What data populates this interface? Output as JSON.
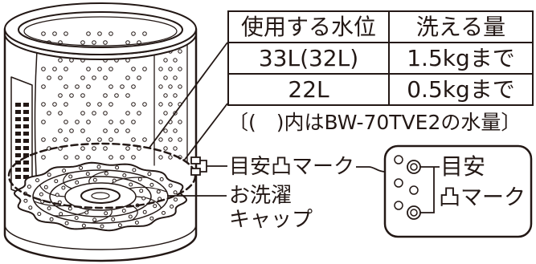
{
  "table": {
    "headers": [
      "使用する水位",
      "洗える量"
    ],
    "rows": [
      [
        "33L(32L)",
        "1.5kgまで"
      ],
      [
        "22L",
        "0.5kgまで"
      ]
    ]
  },
  "note": "〔(　)内はBW-70TVE2の水量〕",
  "labels": {
    "level_mark": "目安凸マーク",
    "cap": [
      "お洗濯",
      "キャップ"
    ]
  },
  "callout": {
    "lines": [
      "目安",
      "凸マーク"
    ]
  },
  "colors": {
    "ink": "#231815",
    "background": "#ffffff"
  }
}
